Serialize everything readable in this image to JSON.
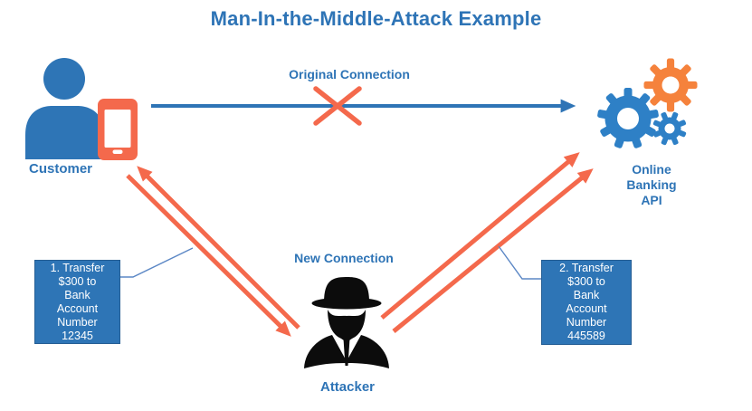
{
  "title": "Man-In-the-Middle-Attack Example",
  "connections": {
    "original": {
      "label": "Original Connection",
      "status": "blocked",
      "color": "#2E74B6"
    },
    "new": {
      "label": "New Connection",
      "color": "#F4694C"
    }
  },
  "nodes": {
    "customer": {
      "label": "Customer",
      "icon": "person-with-smartphone"
    },
    "attacker": {
      "label": "Attacker",
      "icon": "spy"
    },
    "api": {
      "label": "Online\nBanking\nAPI",
      "icon": "gears"
    }
  },
  "notes": {
    "left": {
      "text": "1. Transfer\n$300 to\nBank\nAccount\nNumber\n12345"
    },
    "right": {
      "text": "2. Transfer\n$300 to\nBank\nAccount\nNumber\n445589"
    }
  },
  "colors": {
    "primary_blue": "#2E74B6",
    "coral": "#F4694C",
    "gear_orange": "#F5823C",
    "note_fill": "#2E75B6",
    "note_border": "#255E94",
    "callout_line": "#5B87C5",
    "spy_black": "#0C0C0C",
    "background": "#FFFFFF"
  }
}
